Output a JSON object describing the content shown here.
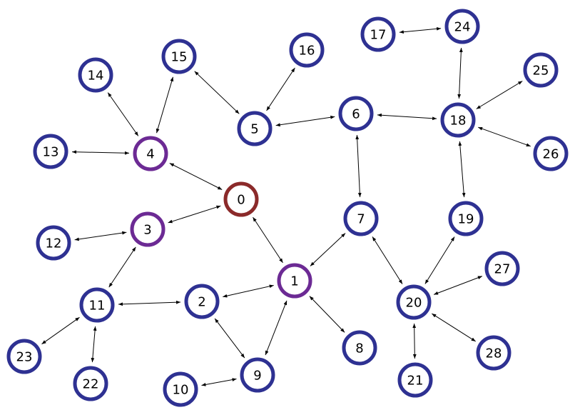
{
  "graph": {
    "colors": {
      "root": "#8b2a2a",
      "intermediate": "#6c2a94",
      "default": "#2e3192",
      "edge": "#000000"
    },
    "nodes": [
      {
        "id": "0",
        "label": "0",
        "kind": "root"
      },
      {
        "id": "1",
        "label": "1",
        "kind": "intermediate"
      },
      {
        "id": "2",
        "label": "2",
        "kind": "default"
      },
      {
        "id": "3",
        "label": "3",
        "kind": "intermediate"
      },
      {
        "id": "4",
        "label": "4",
        "kind": "intermediate"
      },
      {
        "id": "5",
        "label": "5",
        "kind": "default"
      },
      {
        "id": "6",
        "label": "6",
        "kind": "default"
      },
      {
        "id": "7",
        "label": "7",
        "kind": "default"
      },
      {
        "id": "8",
        "label": "8",
        "kind": "default"
      },
      {
        "id": "9",
        "label": "9",
        "kind": "default"
      },
      {
        "id": "10",
        "label": "10",
        "kind": "default"
      },
      {
        "id": "11",
        "label": "11",
        "kind": "default"
      },
      {
        "id": "12",
        "label": "12",
        "kind": "default"
      },
      {
        "id": "13",
        "label": "13",
        "kind": "default"
      },
      {
        "id": "14",
        "label": "14",
        "kind": "default"
      },
      {
        "id": "15",
        "label": "15",
        "kind": "default"
      },
      {
        "id": "16",
        "label": "16",
        "kind": "default"
      },
      {
        "id": "17",
        "label": "17",
        "kind": "default"
      },
      {
        "id": "18",
        "label": "18",
        "kind": "default"
      },
      {
        "id": "19",
        "label": "19",
        "kind": "default"
      },
      {
        "id": "20",
        "label": "20",
        "kind": "default"
      },
      {
        "id": "21",
        "label": "21",
        "kind": "default"
      },
      {
        "id": "22",
        "label": "22",
        "kind": "default"
      },
      {
        "id": "23",
        "label": "23",
        "kind": "default"
      },
      {
        "id": "24",
        "label": "24",
        "kind": "default"
      },
      {
        "id": "25",
        "label": "25",
        "kind": "default"
      },
      {
        "id": "26",
        "label": "26",
        "kind": "default"
      },
      {
        "id": "27",
        "label": "27",
        "kind": "default"
      },
      {
        "id": "28",
        "label": "28",
        "kind": "default"
      }
    ],
    "edges": [
      [
        "0",
        "4"
      ],
      [
        "0",
        "3"
      ],
      [
        "0",
        "1"
      ],
      [
        "4",
        "13"
      ],
      [
        "4",
        "14"
      ],
      [
        "4",
        "15"
      ],
      [
        "3",
        "12"
      ],
      [
        "3",
        "11"
      ],
      [
        "1",
        "2"
      ],
      [
        "1",
        "7"
      ],
      [
        "1",
        "8"
      ],
      [
        "1",
        "9"
      ],
      [
        "11",
        "2"
      ],
      [
        "11",
        "23"
      ],
      [
        "11",
        "22"
      ],
      [
        "2",
        "9"
      ],
      [
        "9",
        "10"
      ],
      [
        "15",
        "5"
      ],
      [
        "5",
        "16"
      ],
      [
        "5",
        "6"
      ],
      [
        "6",
        "7"
      ],
      [
        "6",
        "18"
      ],
      [
        "7",
        "20"
      ],
      [
        "17",
        "24"
      ],
      [
        "24",
        "18"
      ],
      [
        "18",
        "25"
      ],
      [
        "18",
        "26"
      ],
      [
        "18",
        "19"
      ],
      [
        "19",
        "20"
      ],
      [
        "20",
        "27"
      ],
      [
        "20",
        "28"
      ],
      [
        "20",
        "21"
      ]
    ]
  }
}
